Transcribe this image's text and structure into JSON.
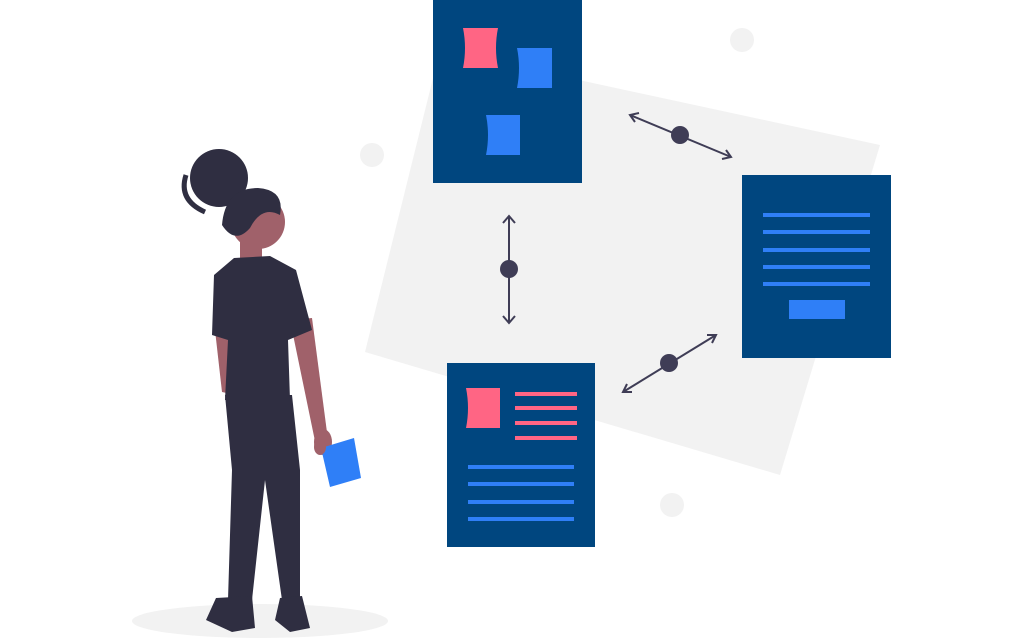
{
  "colors": {
    "background": "#ffffff",
    "backdrop": "#f2f2f2",
    "panel": "#00467f",
    "accent_pink": "#ff6584",
    "accent_blue": "#2f7ff7",
    "connector": "#3f3d56",
    "figure_dark": "#2f2e41",
    "skin": "#a0616a"
  },
  "icons": [
    "document-panel-top",
    "document-panel-right",
    "document-panel-bottom",
    "bidirectional-arrow",
    "person-figure"
  ]
}
